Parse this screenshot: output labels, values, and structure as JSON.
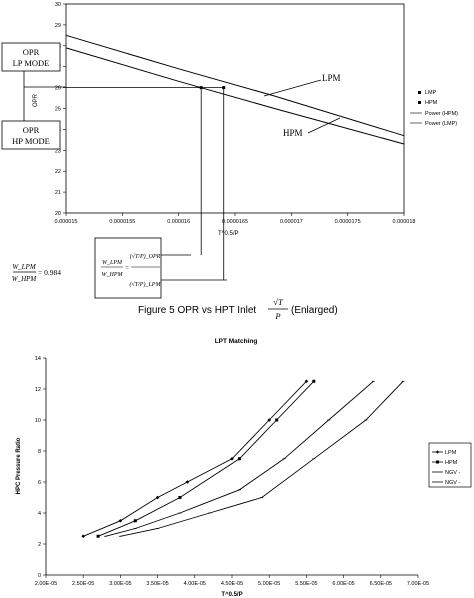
{
  "figure5": {
    "caption_prefix": "Figure 5 OPR vs HPT Inlet",
    "caption_fraction_num": "√T",
    "caption_fraction_den": "P",
    "caption_suffix": "(Enlarged)",
    "ylabel": "OPR",
    "xlabel": "T^0.5/P",
    "box_lp_line1": "OPR",
    "box_lp_line2": "LP MODE",
    "box_hp_line1": "OPR",
    "box_hp_line2": "HP MODE",
    "annot_lpm": "LPM",
    "annot_hpm": "HPM",
    "eq_ratio_num": "W_LPM",
    "eq_ratio_den": "W_HPM",
    "eq_ratio_value": "= 0.984",
    "eq_box_lhs_num": "W_LPM",
    "eq_box_lhs_den": "W_HPM",
    "eq_box_rhs_num": "(√T/P)_OPR",
    "eq_box_rhs_den": "(√T/P)_LPM",
    "legend": [
      "LMP",
      "HPM",
      "Power (HPM)",
      "Power (LMP)"
    ]
  },
  "chart_data": [
    {
      "type": "line",
      "title": "",
      "xlabel": "T^0.5/P",
      "ylabel": "OPR",
      "xlim": [
        1.5e-05,
        1.8e-05
      ],
      "ylim": [
        20,
        30
      ],
      "x_ticks": [
        "0.000015",
        "0.0000155",
        "0.000016",
        "0.0000165",
        "0.000017",
        "0.0000175",
        "0.000018"
      ],
      "y_ticks": [
        "20",
        "21",
        "22",
        "23",
        "24",
        "25",
        "26",
        "27",
        "28",
        "29",
        "30"
      ],
      "series": [
        {
          "name": "LPM",
          "x": [
            1.5e-05,
            1.6e-05,
            1.685e-05,
            1.8e-05
          ],
          "y": [
            28.5,
            26.9,
            25.6,
            23.7
          ]
        },
        {
          "name": "HPM",
          "x": [
            1.5e-05,
            1.6e-05,
            1.685e-05,
            1.8e-05
          ],
          "y": [
            27.9,
            26.3,
            25.0,
            23.3
          ]
        }
      ],
      "markers": [
        {
          "name": "LMP",
          "x": 1.64e-05,
          "y": 26.0
        },
        {
          "name": "HPM",
          "x": 1.62e-05,
          "y": 26.0
        }
      ],
      "reference": {
        "opr": 26.0,
        "x_hpm": 1.62e-05,
        "x_lpm": 1.64e-05
      }
    },
    {
      "type": "line",
      "title": "LPT Matching",
      "xlabel": "T^0.5/P",
      "ylabel": "HPC Pressure Ratio",
      "xlim": [
        2e-05,
        7e-05
      ],
      "ylim": [
        0,
        14
      ],
      "x_ticks": [
        "2.00E-05",
        "2.50E-05",
        "3.00E-05",
        "3.50E-05",
        "4.00E-05",
        "4.50E-05",
        "5.00E-05",
        "5.50E-05",
        "6.00E-05",
        "6.50E-05",
        "7.00E-05"
      ],
      "y_ticks": [
        "0",
        "2",
        "4",
        "6",
        "8",
        "10",
        "12",
        "14"
      ],
      "legend_entries": [
        "LPM",
        "HPM",
        "NGV -",
        "NGV -"
      ],
      "series": [
        {
          "name": "LPM",
          "x": [
            2.5e-05,
            3e-05,
            3.5e-05,
            3.9e-05,
            4.5e-05,
            5e-05,
            5.5e-05
          ],
          "y": [
            2.5,
            3.5,
            5.0,
            6.0,
            7.5,
            10.0,
            12.5
          ]
        },
        {
          "name": "HPM",
          "x": [
            2.7e-05,
            3.2e-05,
            3.8e-05,
            4.6e-05,
            5.1e-05,
            5.6e-05
          ],
          "y": [
            2.5,
            3.5,
            5.0,
            7.5,
            10.0,
            12.5
          ]
        },
        {
          "name": "NGV -",
          "x": [
            2.8e-05,
            3.2e-05,
            3.8e-05,
            4.6e-05,
            5.2e-05,
            5.8e-05,
            6.4e-05
          ],
          "y": [
            2.5,
            3.0,
            4.0,
            5.5,
            7.5,
            10.0,
            12.5
          ]
        },
        {
          "name": "NGV -",
          "x": [
            3e-05,
            3.5e-05,
            4.2e-05,
            4.9e-05,
            5.6e-05,
            6.3e-05,
            6.8e-05
          ],
          "y": [
            2.5,
            3.0,
            4.0,
            5.0,
            7.5,
            10.0,
            12.5
          ]
        }
      ]
    }
  ]
}
